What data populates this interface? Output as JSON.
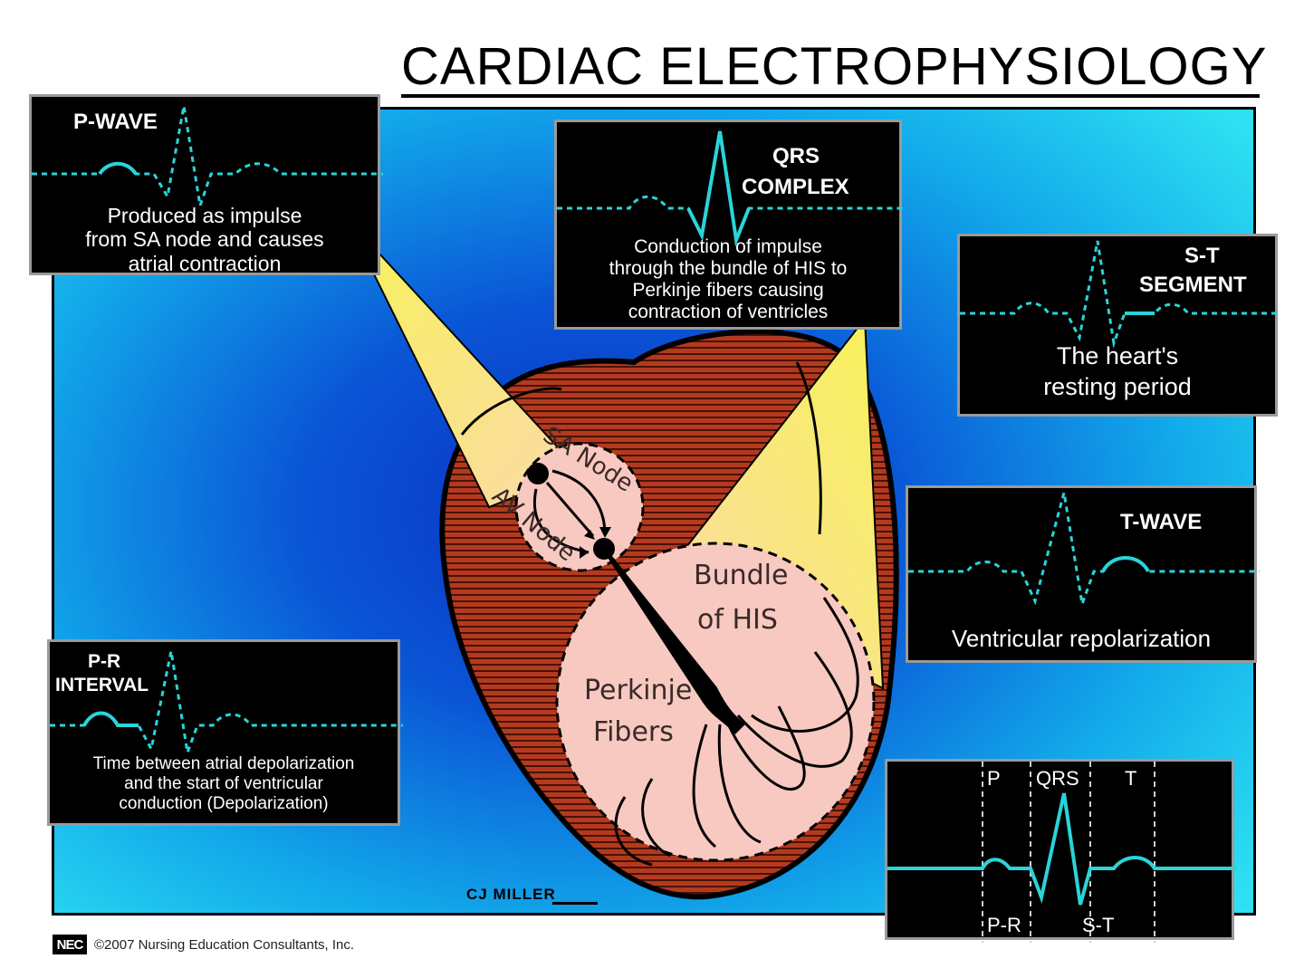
{
  "title": "CARDIAC ELECTROPHYSIOLOGY",
  "panels": {
    "p_wave": {
      "label": "P-WAVE",
      "desc": [
        "Produced as impulse",
        "from SA node and causes",
        "atrial contraction"
      ]
    },
    "qrs": {
      "label": [
        "QRS",
        "COMPLEX"
      ],
      "desc": [
        "Conduction of impulse",
        "through the bundle of HIS to",
        "Perkinje fibers causing",
        "contraction of ventricles"
      ]
    },
    "st": {
      "label": [
        "S-T",
        "SEGMENT"
      ],
      "desc": [
        "The heart's",
        "resting period"
      ]
    },
    "t_wave": {
      "label": "T-WAVE",
      "desc": [
        "Ventricular repolarization"
      ]
    },
    "pr": {
      "label": [
        "P-R",
        "INTERVAL"
      ],
      "desc": [
        "Time between atrial depolarization",
        "and the start of ventricular",
        "conduction (Depolarization)"
      ]
    },
    "summary": {
      "top_labels": [
        "P",
        "QRS",
        "T"
      ],
      "bottom_labels": [
        "P-R",
        "S-T"
      ]
    }
  },
  "heart": {
    "sa_node": "SA Node",
    "av_node": "AV Node",
    "bundle": [
      "Bundle",
      "of HIS"
    ],
    "perkinje": [
      "Perkinje",
      "Fibers"
    ]
  },
  "signature": "CJ MILLER",
  "footer": {
    "logo": "NEC",
    "copyright": "©2007 Nursing Education Consultants, Inc."
  },
  "colors": {
    "ecg_trace": "#2ad4d8",
    "background_light": "#2ee0f2",
    "background_dark": "#0b2fc0",
    "muscle": "#b33a1e",
    "cone_yellow": "#f7f25a",
    "tissue_pink": "#f8c9c0"
  }
}
